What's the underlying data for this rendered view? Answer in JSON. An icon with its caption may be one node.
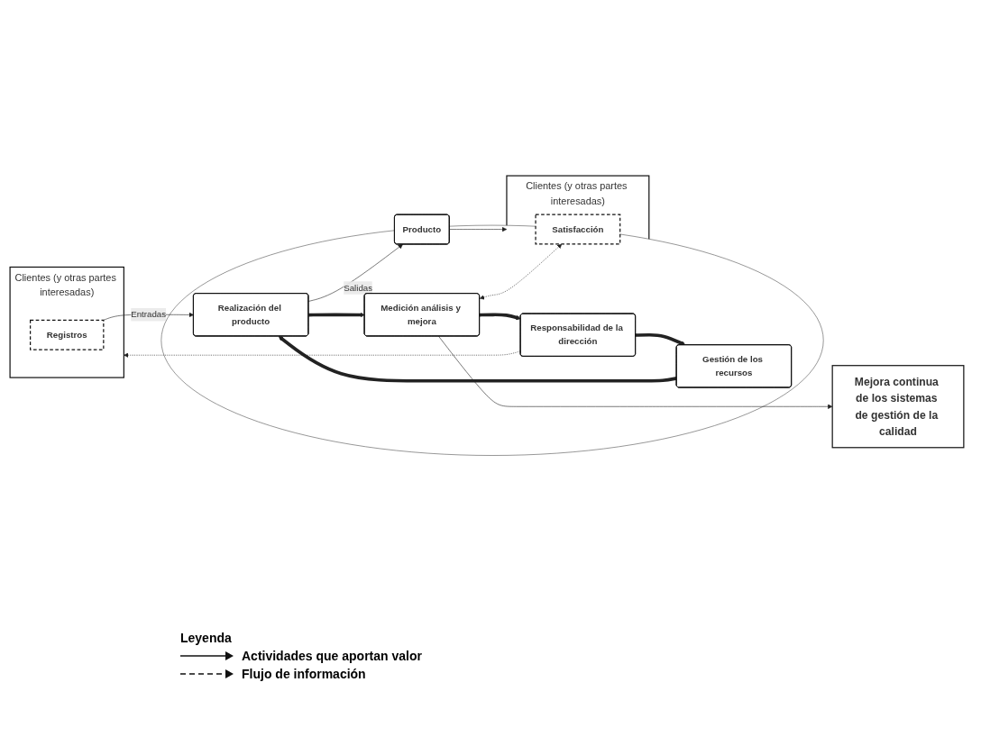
{
  "diagram": {
    "nodes": [
      {
        "text": [
          "Mejora continua de los sistemas de gestión de la calidad"
        ]
      },
      {
        "text": [
          "Clientes (y otras partes interesadas)"
        ]
      },
      {
        "text": [
          "Registros"
        ],
        "in": 1
      },
      {
        "text": [],
        "shape": "circle"
      },
      {
        "text": [
          "Responsabilidad de la dirección"
        ],
        "in": 3
      },
      {
        "text": [
          "Gestión de los recursos"
        ],
        "in": 3
      },
      {
        "text": [
          "Medición análisis y mejora"
        ],
        "in": 3
      },
      {
        "text": [
          "Realización del producto"
        ],
        "in": 3
      },
      {
        "text": [
          "Producto"
        ]
      },
      {
        "text": [
          "Clientes (y otras partes interesadas)"
        ]
      },
      {
        "text": [
          "Satisfacción"
        ],
        "in": 9
      }
    ],
    "edges": [
      {
        "from": 4,
        "to": 1,
        "arrow": "to",
        "style": "dashed"
      },
      {
        "from": 4,
        "to": 5,
        "arrow": "to",
        "style": "thick"
      },
      {
        "from": 5,
        "to": 7,
        "arrow": "to",
        "style": "thick"
      },
      {
        "from": 7,
        "to": 6,
        "arrow": "to",
        "style": "thick"
      },
      {
        "from": 6,
        "to": 4,
        "arrow": "to",
        "style": "thick"
      },
      {
        "from": 6,
        "to": 0,
        "arrow": "to"
      },
      {
        "from": 6,
        "to": 10,
        "arrow": "both",
        "style": "dashed"
      },
      {
        "from": 2,
        "to": 7,
        "arrow": "to",
        "label": "Entradas"
      },
      {
        "from": 7,
        "to": 8,
        "arrow": "to",
        "label": "Salidas"
      },
      {
        "from": 8,
        "to": 9,
        "arrow": "to"
      }
    ],
    "labels": [
      "Leyenda"
    ],
    "legend": [
      {
        "text": "Actividades que aportan valor"
      },
      {
        "text": "Flujo de información"
      }
    ]
  }
}
